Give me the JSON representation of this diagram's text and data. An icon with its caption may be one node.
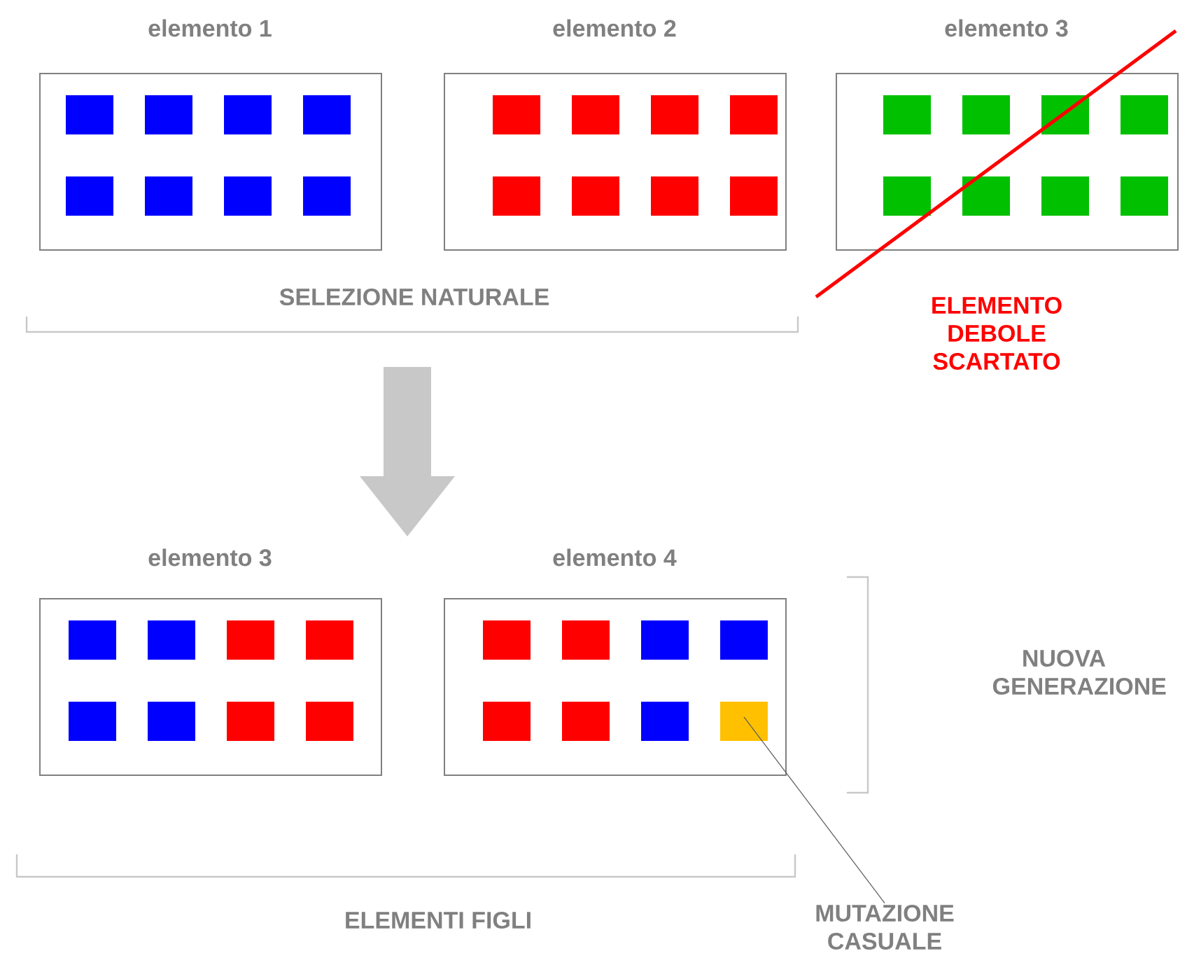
{
  "diagram": {
    "nodes": [
      {
        "text": [
          "elemento 1"
        ]
      },
      {
        "text": [
          "elemento 2"
        ]
      },
      {
        "text": [
          "elemento 3"
        ]
      },
      {
        "text": [
          "elemento 3"
        ]
      },
      {
        "text": [
          "elemento 4"
        ]
      },
      {
        "text": [],
        "shape": "box",
        "in": 4
      },
      {
        "text": [
          "MUTAZIONE CASUALE"
        ]
      }
    ],
    "edges": [
      {
        "from": 6,
        "to": 5,
        "arrow": "none"
      }
    ],
    "labels": [
      "SELEZIONE NATURALE",
      "ELEMENTO DEBOLE SCARTATO",
      "NUOVA GENERAZIONE",
      "ELEMENTI FIGLI"
    ]
  }
}
